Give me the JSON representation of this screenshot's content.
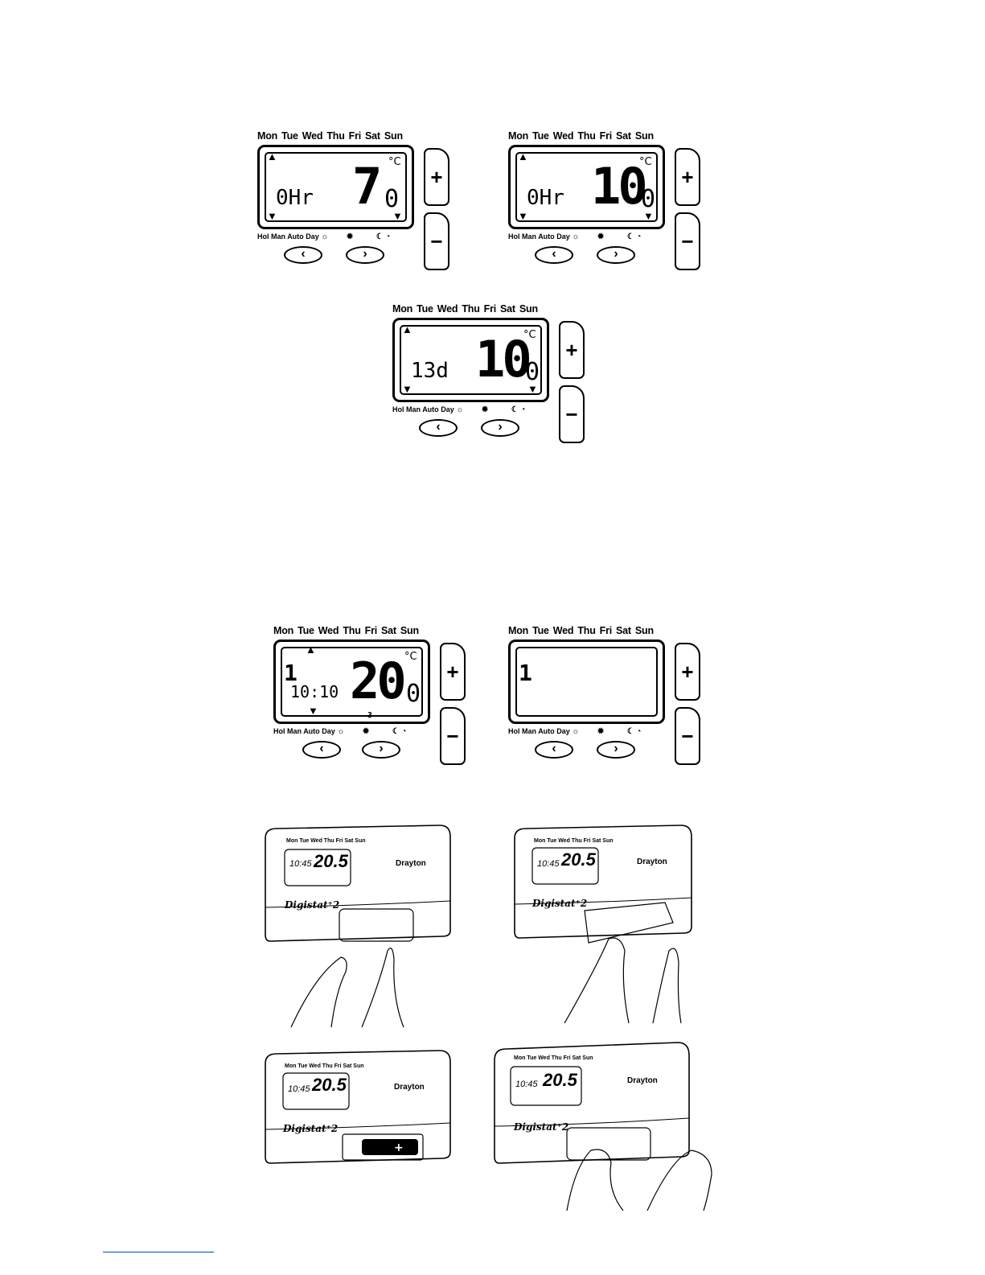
{
  "days": [
    "Mon",
    "Tue",
    "Wed",
    "Thu",
    "Fri",
    "Sat",
    "Sun"
  ],
  "mode_labels": [
    "Hol",
    "Man",
    "Auto",
    "Day"
  ],
  "buttons": {
    "plus": "+",
    "minus": "−",
    "left": "‹",
    "right": "›"
  },
  "unit": "°C",
  "panels": [
    {
      "id": "p1",
      "left_text": "0Hr",
      "temp_int": "7",
      "temp_dec": "0",
      "up_arrow": "▲",
      "down_arrow_left": "▼",
      "down_arrow_right": "▼"
    },
    {
      "id": "p2",
      "left_text": "0Hr",
      "temp_int": "10",
      "temp_dec": "0",
      "up_arrow": "▲",
      "down_arrow_left": "▼",
      "down_arrow_right": "▼"
    },
    {
      "id": "p3",
      "left_text": "13d",
      "temp_int": "10",
      "temp_dec": "0",
      "up_arrow": "▲",
      "down_arrow_left": "▼",
      "down_arrow_right": "▼"
    },
    {
      "id": "p4",
      "channel": "1",
      "time": "10:10",
      "temp_int": "20",
      "temp_dec": "0",
      "up_arrow": "▲",
      "down_arrow": "▼",
      "period": "3"
    },
    {
      "id": "p5",
      "channel": "1"
    }
  ],
  "device": {
    "brand": "Drayton",
    "model": "Digistat⁺2",
    "time": "10:45",
    "temp": "20.5"
  }
}
